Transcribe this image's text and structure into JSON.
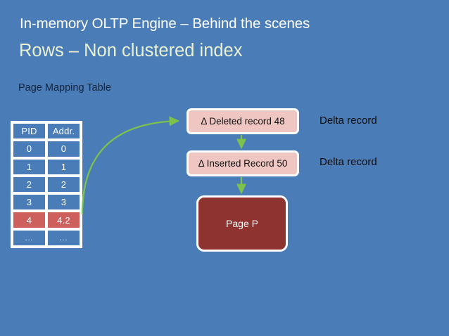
{
  "slide": {
    "background_color": "#4a7cb8",
    "title": "In-memory OLTP Engine – Behind the scenes",
    "subtitle": "Rows – Non clustered index",
    "section_label": "Page Mapping Table"
  },
  "mapping_table": {
    "name": "Page Mapping Table",
    "columns": [
      "PID",
      "Addr."
    ],
    "rows": [
      {
        "pid": "0",
        "addr": "0",
        "highlighted": false
      },
      {
        "pid": "1",
        "addr": "1",
        "highlighted": false
      },
      {
        "pid": "2",
        "addr": "2",
        "highlighted": false
      },
      {
        "pid": "3",
        "addr": "3",
        "highlighted": false
      },
      {
        "pid": "4",
        "addr": "4.2",
        "highlighted": true
      },
      {
        "pid": "…",
        "addr": "…",
        "highlighted": false
      }
    ],
    "highlight_color": "#cd5f5c",
    "cell_color": "#4a7cb8",
    "border_color": "#ffffff"
  },
  "chain": {
    "delta_records": [
      {
        "label": "Δ Deleted record 48",
        "color": "#efc6c1"
      },
      {
        "label": "Δ Inserted Record 50",
        "color": "#efc6c1"
      }
    ],
    "page": {
      "label": "Page P",
      "color": "#8e3330"
    }
  },
  "annotations": [
    {
      "label": "Delta record"
    },
    {
      "label": "Delta record"
    }
  ],
  "arrows": {
    "color": "#7dc24b",
    "curved_label": "pointer-from-mapping-table-to-delta-chain",
    "vertical_count": 2
  }
}
